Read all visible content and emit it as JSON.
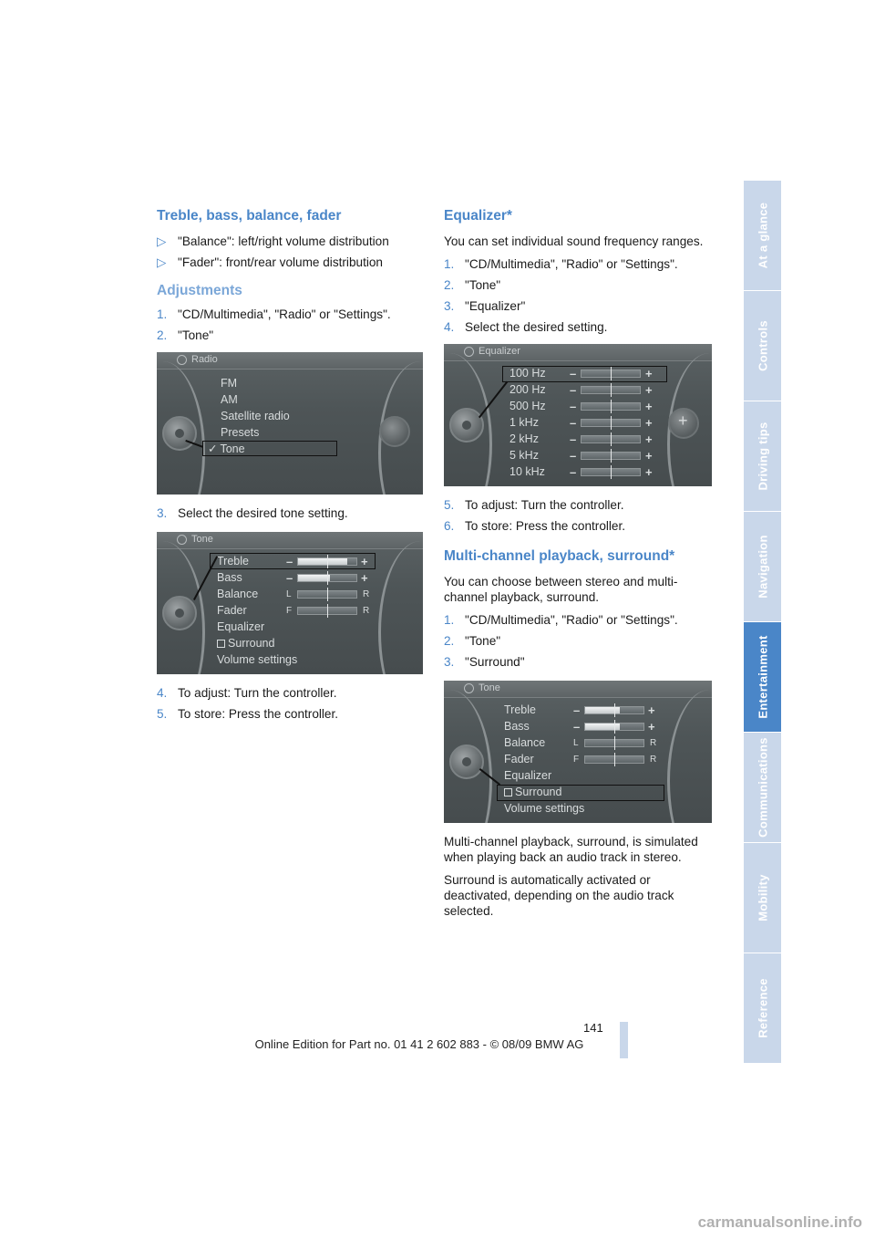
{
  "left": {
    "section1_title": "Treble, bass, balance, fader",
    "bullets": [
      "\"Balance\": left/right volume distribution",
      "\"Fader\": front/rear volume distribution"
    ],
    "subsection_title": "Adjustments",
    "steps_a": [
      {
        "n": "1.",
        "t": "\"CD/Multimedia\", \"Radio\" or \"Settings\"."
      },
      {
        "n": "2.",
        "t": "\"Tone\""
      }
    ],
    "step_3": {
      "n": "3.",
      "t": "Select the desired tone setting."
    },
    "steps_b": [
      {
        "n": "4.",
        "t": "To adjust: Turn the controller."
      },
      {
        "n": "5.",
        "t": "To store: Press the controller."
      }
    ],
    "radio_screen": {
      "header": "Radio",
      "items": [
        "FM",
        "AM",
        "Satellite radio",
        "Presets",
        "Tone"
      ]
    },
    "tone_screen": {
      "header": "Tone",
      "items": [
        "Treble",
        "Bass",
        "Balance",
        "Fader",
        "Equalizer",
        "Surround",
        "Volume settings"
      ],
      "bars": {
        "treble": 0.85,
        "bass": 0.55,
        "balance": 0.5,
        "fader": 0.5
      }
    }
  },
  "right": {
    "section2_title": "Equalizer*",
    "eq_intro": "You can set individual sound frequency ranges.",
    "eq_steps": [
      {
        "n": "1.",
        "t": "\"CD/Multimedia\", \"Radio\" or \"Settings\"."
      },
      {
        "n": "2.",
        "t": "\"Tone\""
      },
      {
        "n": "3.",
        "t": "\"Equalizer\""
      },
      {
        "n": "4.",
        "t": "Select the desired setting."
      }
    ],
    "eq_screen": {
      "header": "Equalizer",
      "bands": [
        "100 Hz",
        "200 Hz",
        "500 Hz",
        "1 kHz",
        "2 kHz",
        "5 kHz",
        "10 kHz"
      ]
    },
    "eq_steps_b": [
      {
        "n": "5.",
        "t": "To adjust: Turn the controller."
      },
      {
        "n": "6.",
        "t": "To store: Press the controller."
      }
    ],
    "section3_title": "Multi-channel playback, surround*",
    "mc_intro": "You can choose between stereo and multi-channel playback, surround.",
    "mc_steps": [
      {
        "n": "1.",
        "t": "\"CD/Multimedia\", \"Radio\" or \"Settings\"."
      },
      {
        "n": "2.",
        "t": "\"Tone\""
      },
      {
        "n": "3.",
        "t": "\"Surround\""
      }
    ],
    "surround_screen": {
      "header": "Tone",
      "items": [
        "Treble",
        "Bass",
        "Balance",
        "Fader",
        "Equalizer",
        "Surround",
        "Volume settings"
      ]
    },
    "mc_para1": "Multi-channel playback, surround, is simulated when playing back an audio track in stereo.",
    "mc_para2": "Surround is automatically activated or deactivated, depending on the audio track selected."
  },
  "labels": {
    "minus": "–",
    "plus": "+",
    "L": "L",
    "R": "R",
    "F": "F"
  },
  "tabs": [
    "At a glance",
    "Controls",
    "Driving tips",
    "Navigation",
    "Entertainment",
    "Communications",
    "Mobility",
    "Reference"
  ],
  "active_tab": "Entertainment",
  "page_number": "141",
  "footer": "Online Edition for Part no. 01 41 2 602 883 - © 08/09 BMW AG",
  "watermark": "carmanualsonline.info",
  "colors": {
    "accent": "#4a86c8",
    "tab_inactive": "#c9d7ea"
  }
}
